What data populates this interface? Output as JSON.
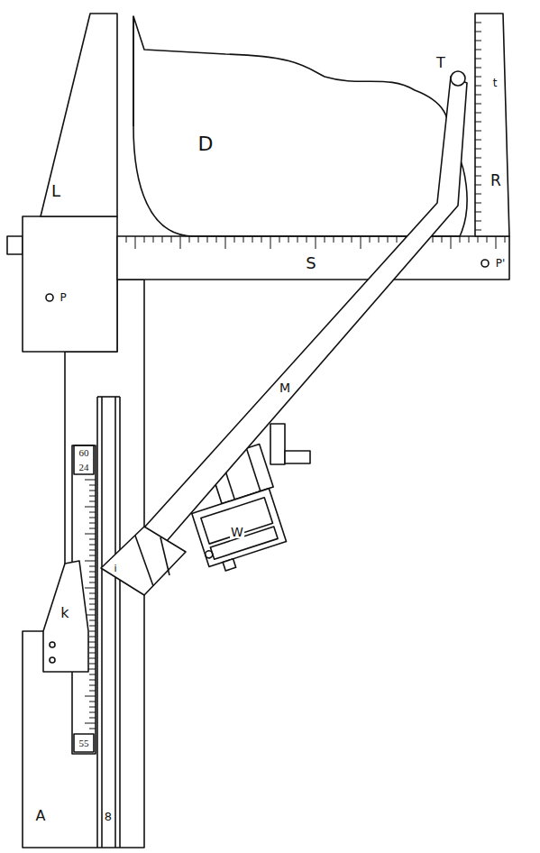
{
  "diagram": {
    "labels": [
      "D",
      "L",
      "S",
      "R",
      "T",
      "t",
      "M",
      "W",
      "P",
      "P'",
      "k",
      "i",
      "A",
      "8",
      "60",
      "24",
      "55"
    ]
  }
}
